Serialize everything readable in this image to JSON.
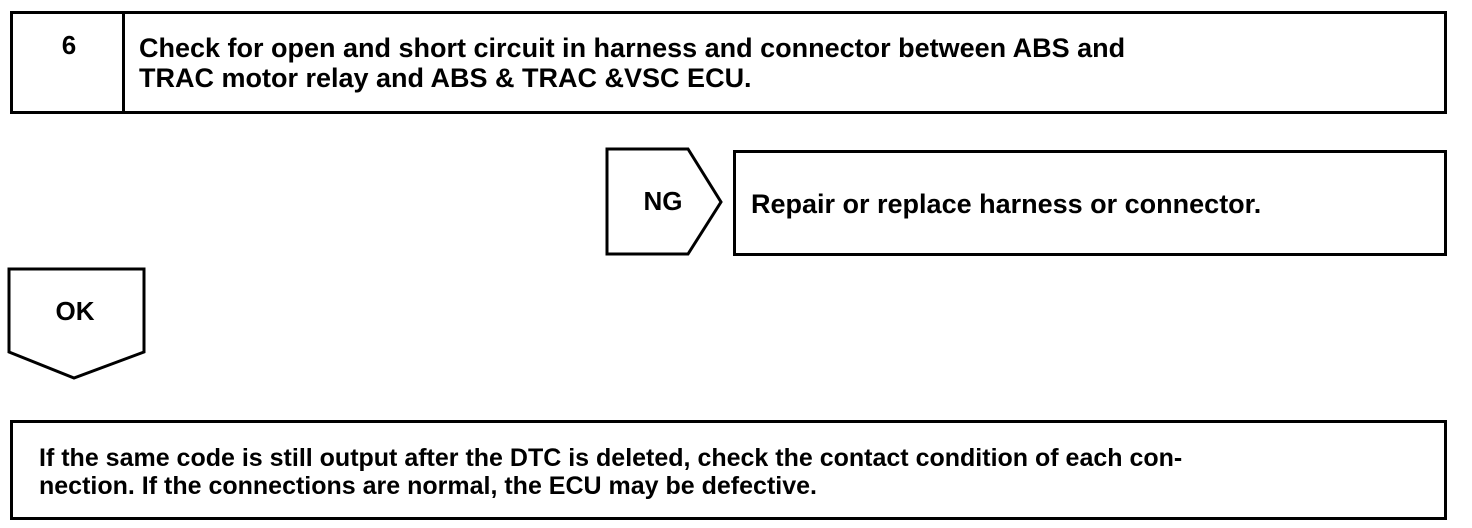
{
  "step": {
    "number": "6",
    "title_line1": "Check for open and short circuit in harness and connector between ABS and",
    "title_line2": "TRAC motor relay and ABS & TRAC &VSC ECU."
  },
  "ng_branch": {
    "label": "NG",
    "result": "Repair or replace harness or connector."
  },
  "ok_branch": {
    "label": "OK"
  },
  "final_note": {
    "line1": "If the same code is still output after the DTC is deleted, check the contact condition of each con-",
    "line2": "nection. If the connections are normal, the ECU may be defective."
  }
}
